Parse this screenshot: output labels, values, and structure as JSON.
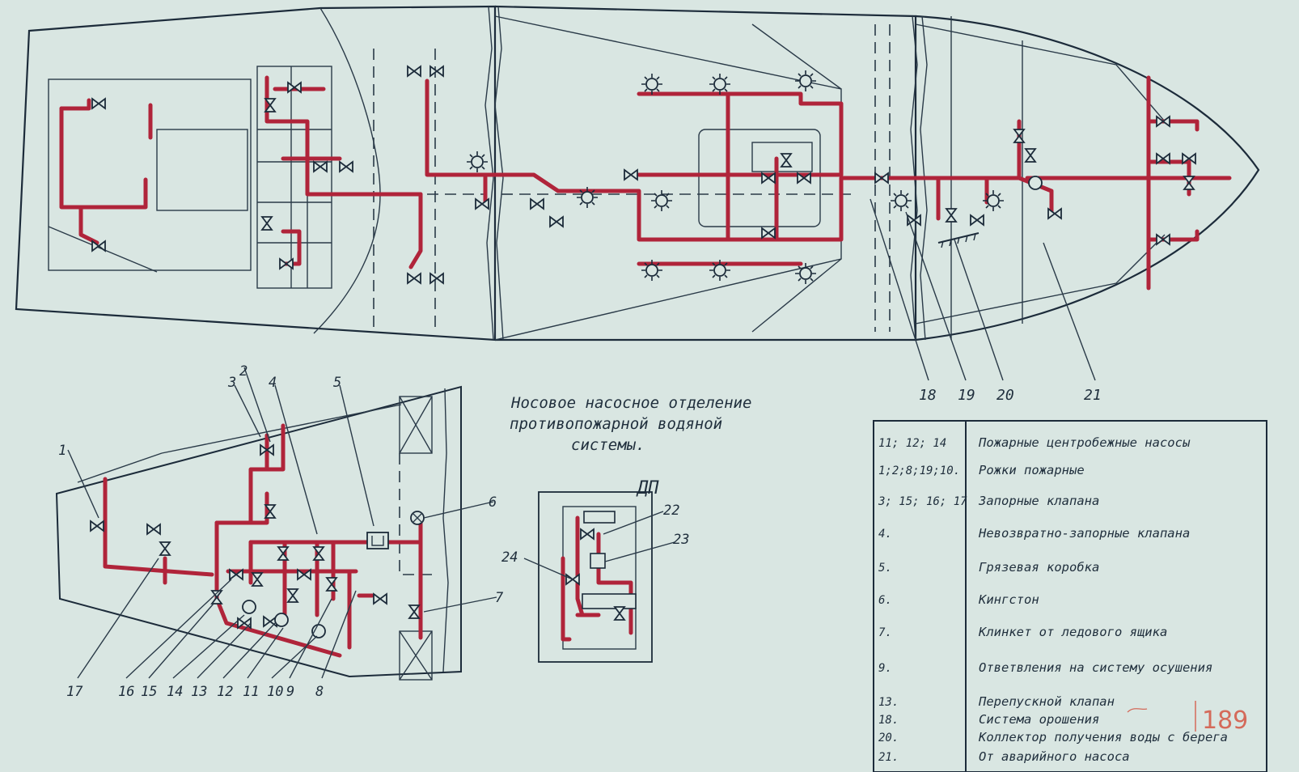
{
  "title": {
    "line1": "Носовое насосное отделение",
    "line2": "противопожарной водяной",
    "line3": "системы."
  },
  "dp_label": "ДП",
  "sheet_number": "189",
  "callouts_top": [
    "18",
    "19",
    "20",
    "21"
  ],
  "callouts_bottom": [
    "17",
    "16",
    "15",
    "14",
    "13",
    "12",
    "11",
    "10",
    "9",
    "8"
  ],
  "callouts_upper_detail": [
    "1",
    "2",
    "3",
    "4",
    "5",
    "6",
    "7"
  ],
  "callouts_inset": [
    "22",
    "23",
    "24"
  ],
  "legend": [
    {
      "ref": "11; 12; 14",
      "text": "Пожарные центробежные насосы"
    },
    {
      "ref": "1;2;8;19;10.",
      "text": "Рожки пожарные"
    },
    {
      "ref": "3; 15; 16; 17",
      "text": "Запорные клапана"
    },
    {
      "ref": "4.",
      "text": "Невозвратно-запорные клапана"
    },
    {
      "ref": "5.",
      "text": "Грязевая коробка"
    },
    {
      "ref": "6.",
      "text": "Кингстон"
    },
    {
      "ref": "7.",
      "text": "Клинкет от ледового ящика"
    },
    {
      "ref": "9.",
      "text": "Ответвления на систему осушения"
    },
    {
      "ref": "13.",
      "text": "Перепускной клапан"
    },
    {
      "ref": "18.",
      "text": "Система орошения"
    },
    {
      "ref": "20.",
      "text": "Коллектор получения воды с берега"
    },
    {
      "ref": "21.",
      "text": "От аварийного насоса"
    }
  ],
  "colors": {
    "paper": "#d9e6e2",
    "ink": "#1c2b3a",
    "pipe": "#b0243a",
    "stamp": "#d46a5a"
  },
  "icons": [
    "valve-icon",
    "fire-hydrant-icon",
    "pump-icon",
    "sprinkler-icon"
  ]
}
